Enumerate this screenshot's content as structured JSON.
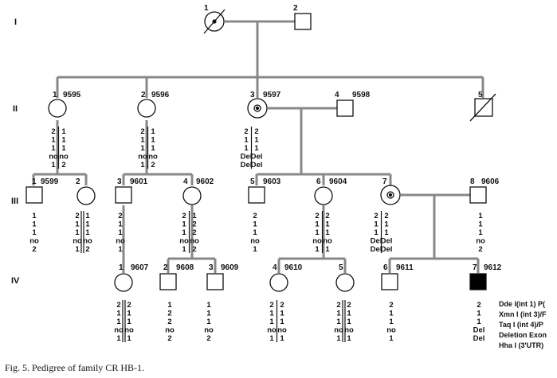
{
  "generations": [
    {
      "label": "I"
    },
    {
      "label": "II"
    },
    {
      "label": "III"
    },
    {
      "label": "IV"
    }
  ],
  "individuals": [
    {
      "gen": "I",
      "num": "1",
      "sex": "female",
      "carrier": true,
      "deceased": true,
      "id": ""
    },
    {
      "gen": "I",
      "num": "2",
      "sex": "male",
      "carrier": false,
      "deceased": false,
      "id": ""
    },
    {
      "gen": "II",
      "num": "1",
      "sex": "female",
      "carrier": false,
      "deceased": false,
      "id": "9595",
      "alleles": [
        [
          "2",
          "1",
          "1",
          "no",
          "1"
        ],
        [
          "1",
          "1",
          "1",
          "no",
          "2"
        ]
      ]
    },
    {
      "gen": "II",
      "num": "2",
      "sex": "female",
      "carrier": false,
      "deceased": false,
      "id": "9596",
      "alleles": [
        [
          "2",
          "1",
          "1",
          "no",
          "1"
        ],
        [
          "1",
          "1",
          "1",
          "no",
          "2"
        ]
      ]
    },
    {
      "gen": "II",
      "num": "3",
      "sex": "female",
      "carrier": true,
      "deceased": false,
      "id": "9597",
      "alleles": [
        [
          "2",
          "1",
          "1",
          "Del",
          "Del"
        ],
        [
          "2",
          "1",
          "1",
          "Del",
          "Del"
        ]
      ]
    },
    {
      "gen": "II",
      "num": "4",
      "sex": "male",
      "carrier": false,
      "deceased": false,
      "id": "9598"
    },
    {
      "gen": "II",
      "num": "5",
      "sex": "male",
      "carrier": false,
      "deceased": true,
      "id": ""
    },
    {
      "gen": "III",
      "num": "1",
      "sex": "male",
      "carrier": false,
      "deceased": false,
      "id": "9599",
      "alleles": [
        [
          "1",
          "1",
          "1",
          "no",
          "2"
        ]
      ]
    },
    {
      "gen": "III",
      "num": "2",
      "sex": "female",
      "carrier": false,
      "deceased": false,
      "id": "",
      "alleles": [
        [
          "2",
          "1",
          "1",
          "no",
          "1"
        ],
        [
          "1",
          "1",
          "1",
          "no",
          "2"
        ]
      ]
    },
    {
      "gen": "III",
      "num": "3",
      "sex": "male",
      "carrier": false,
      "deceased": false,
      "id": "9601",
      "alleles": [
        [
          "2",
          "1",
          "1",
          "no",
          "1"
        ]
      ]
    },
    {
      "gen": "III",
      "num": "4",
      "sex": "female",
      "carrier": false,
      "deceased": false,
      "id": "9602",
      "alleles": [
        [
          "2",
          "1",
          "1",
          "no",
          "1"
        ],
        [
          "1",
          "2",
          "2",
          "no",
          "2"
        ]
      ]
    },
    {
      "gen": "III",
      "num": "5",
      "sex": "male",
      "carrier": false,
      "deceased": false,
      "id": "9603",
      "alleles": [
        [
          "2",
          "1",
          "1",
          "no",
          "1"
        ]
      ]
    },
    {
      "gen": "III",
      "num": "6",
      "sex": "female",
      "carrier": false,
      "deceased": false,
      "id": "9604",
      "alleles": [
        [
          "2",
          "1",
          "1",
          "no",
          "1"
        ],
        [
          "2",
          "1",
          "1",
          "no",
          "1"
        ]
      ]
    },
    {
      "gen": "III",
      "num": "7",
      "sex": "female",
      "carrier": true,
      "deceased": false,
      "id": "",
      "alleles": [
        [
          "2",
          "1",
          "1",
          "Del",
          "Del"
        ],
        [
          "2",
          "1",
          "1",
          "Del",
          "Del"
        ]
      ]
    },
    {
      "gen": "III",
      "num": "8",
      "sex": "male",
      "carrier": false,
      "deceased": false,
      "id": "9606",
      "alleles": [
        [
          "1",
          "1",
          "1",
          "no",
          "2"
        ]
      ]
    },
    {
      "gen": "IV",
      "num": "1",
      "sex": "female",
      "carrier": false,
      "deceased": false,
      "id": "9607",
      "alleles": [
        [
          "2",
          "1",
          "1",
          "no",
          "1"
        ],
        [
          "2",
          "1",
          "1",
          "no",
          "1"
        ]
      ]
    },
    {
      "gen": "IV",
      "num": "2",
      "sex": "male",
      "carrier": false,
      "deceased": false,
      "id": "9608",
      "alleles": [
        [
          "1",
          "2",
          "2",
          "no",
          "2"
        ]
      ]
    },
    {
      "gen": "IV",
      "num": "3",
      "sex": "male",
      "carrier": false,
      "deceased": false,
      "id": "9609",
      "alleles": [
        [
          "1",
          "1",
          "1",
          "no",
          "2"
        ]
      ]
    },
    {
      "gen": "IV",
      "num": "4",
      "sex": "female",
      "carrier": false,
      "deceased": false,
      "id": "9610",
      "alleles": [
        [
          "2",
          "1",
          "1",
          "no",
          "1"
        ],
        [
          "2",
          "1",
          "1",
          "no",
          "1"
        ]
      ]
    },
    {
      "gen": "IV",
      "num": "5",
      "sex": "female",
      "carrier": false,
      "deceased": false,
      "id": "",
      "alleles": [
        [
          "2",
          "1",
          "1",
          "no",
          "1"
        ],
        [
          "2",
          "1",
          "1",
          "no",
          "1"
        ]
      ]
    },
    {
      "gen": "IV",
      "num": "6",
      "sex": "male",
      "carrier": false,
      "deceased": false,
      "id": "9611",
      "alleles": [
        [
          "2",
          "1",
          "1",
          "no",
          "1"
        ]
      ]
    },
    {
      "gen": "IV",
      "num": "7",
      "sex": "male",
      "affected": true,
      "carrier": false,
      "deceased": false,
      "id": "9612",
      "alleles": [
        [
          "2",
          "1",
          "1",
          "Del",
          "Del"
        ]
      ]
    }
  ],
  "legend": [
    "Dde I(int 1) P(",
    "Xmn I (int 3)/F",
    "Taq I (int 4)/P",
    "Deletion Exon",
    "Hha I (3'UTR)"
  ],
  "caption": "Fig. 5. Pedigree of family CR HB-1.",
  "colors": {
    "line": "#888888",
    "stroke": "#111111",
    "fill_affected": "#000000"
  }
}
